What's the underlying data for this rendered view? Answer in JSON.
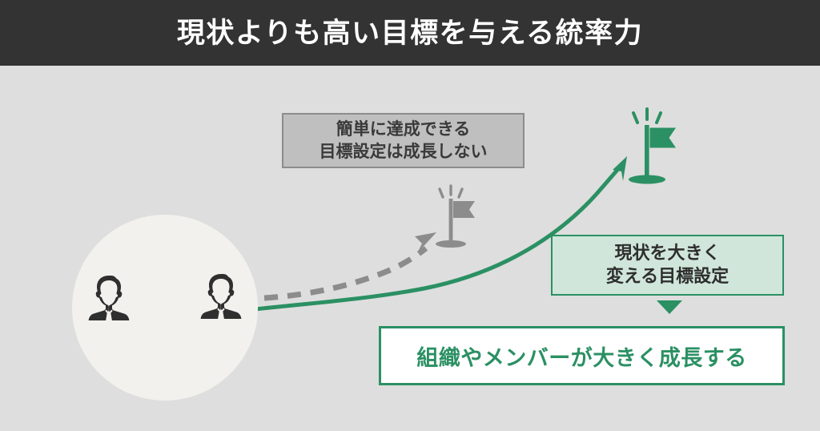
{
  "header": {
    "title": "現状よりも高い目標を与える統率力",
    "background_color": "#333333",
    "text_color": "#ffffff"
  },
  "canvas": {
    "background_color": "#dedede"
  },
  "colors": {
    "accent_green": "#2b9063",
    "mint_fill": "#d0e6da",
    "gray_fill": "#bfbfbf",
    "gray_border": "#8c8c8c",
    "dark_text": "#333333",
    "circle_fill": "#f2f1ed"
  },
  "people": {
    "circle_label": "people-group-circle",
    "left_person": "person-silhouette",
    "right_person": "person-silhouette"
  },
  "callouts": {
    "gray_box": {
      "line1": "簡単に達成できる",
      "line2": "目標設定は成長しない",
      "fill": "#bfbfbf",
      "border": "#8c8c8c",
      "text_color": "#3a3a3a"
    },
    "mint_box": {
      "line1": "現状を大きく",
      "line2": "変える目標設定",
      "fill": "#d0e6da",
      "border": "#2b9063",
      "text_color": "#2e2e2e"
    },
    "result_box": {
      "line1": "組織やメンバーが大きく成長する",
      "fill": "#ffffff",
      "border": "#2b9063",
      "text_color": "#2b9063"
    }
  },
  "icons": {
    "gray_flag": "flag-icon",
    "green_flag": "flag-icon",
    "down_arrow": "triangle-down-icon",
    "dashed_arrow": "dashed-curve-arrow-icon",
    "green_arrow": "solid-curve-arrow-icon"
  },
  "chart_data": {
    "type": "line",
    "title": "現状よりも高い目標を与える統率力",
    "xlabel": "",
    "ylabel": "",
    "series": [
      {
        "name": "簡単に達成できる目標設定は成長しない",
        "style": "dashed",
        "color": "#8c8c8c",
        "points": [
          [
            0,
            10
          ],
          [
            25,
            13
          ],
          [
            50,
            22
          ],
          [
            75,
            35
          ],
          [
            100,
            48
          ]
        ]
      },
      {
        "name": "現状を大きく変える目標設定",
        "style": "solid",
        "color": "#2b9063",
        "points": [
          [
            0,
            5
          ],
          [
            25,
            9
          ],
          [
            50,
            20
          ],
          [
            75,
            45
          ],
          [
            100,
            92
          ]
        ]
      }
    ],
    "annotations": [
      {
        "text": "簡単に達成できる\n目標設定は成長しない",
        "target": "gray-flag"
      },
      {
        "text": "現状を大きく\n変える目標設定",
        "target": "green-flag"
      },
      {
        "text": "組織やメンバーが大きく成長する",
        "target": "outcome"
      }
    ],
    "grid": false,
    "legend": "none"
  }
}
